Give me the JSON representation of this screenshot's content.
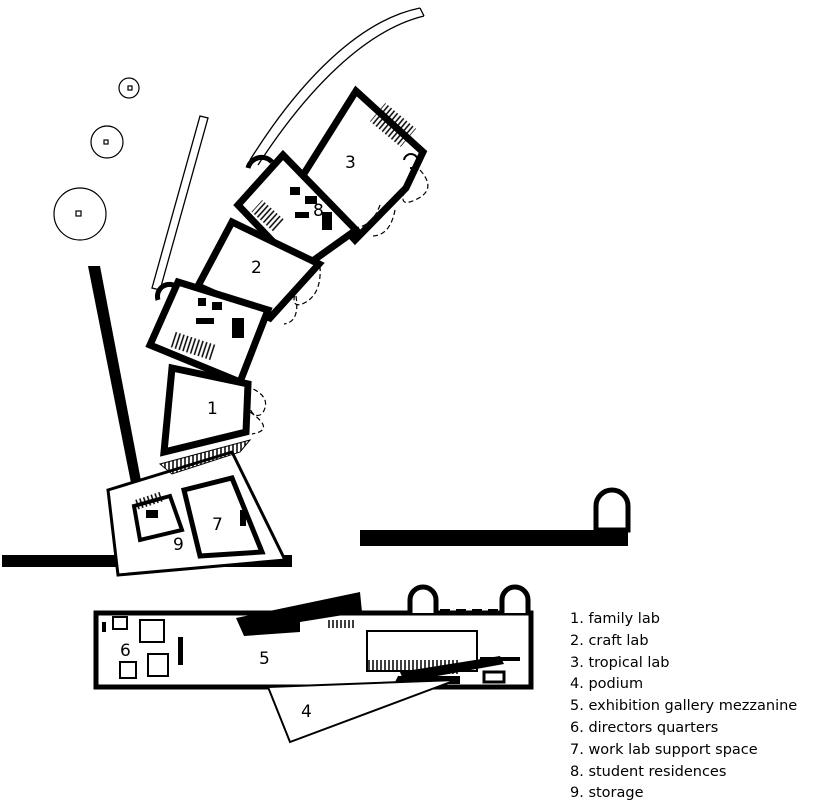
{
  "plan": {
    "room_labels": [
      "1",
      "2",
      "3",
      "4",
      "5",
      "6",
      "7",
      "8",
      "9"
    ]
  },
  "legend": {
    "items": [
      "1. family lab",
      "2. craft lab",
      "3. tropical lab",
      "4. podium",
      "5. exhibition gallery mezzanine",
      "6. directors quarters",
      "7. work lab support space",
      "8. student residences",
      "9. storage"
    ]
  },
  "colors": {
    "ink": "#000000",
    "paper": "#ffffff",
    "hatch": "#000000"
  }
}
